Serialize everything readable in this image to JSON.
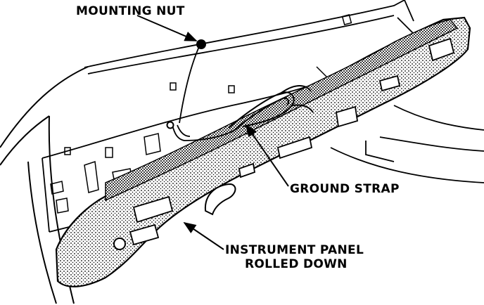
{
  "labels": {
    "mounting_nut": "MOUNTING NUT",
    "ground_strap": "GROUND STRAP",
    "instrument_panel_line1": "INSTRUMENT PANEL",
    "instrument_panel_line2": "ROLLED DOWN"
  },
  "colors": {
    "ink": "#000000",
    "paper": "#ffffff",
    "shade": "#8a8a8a"
  }
}
